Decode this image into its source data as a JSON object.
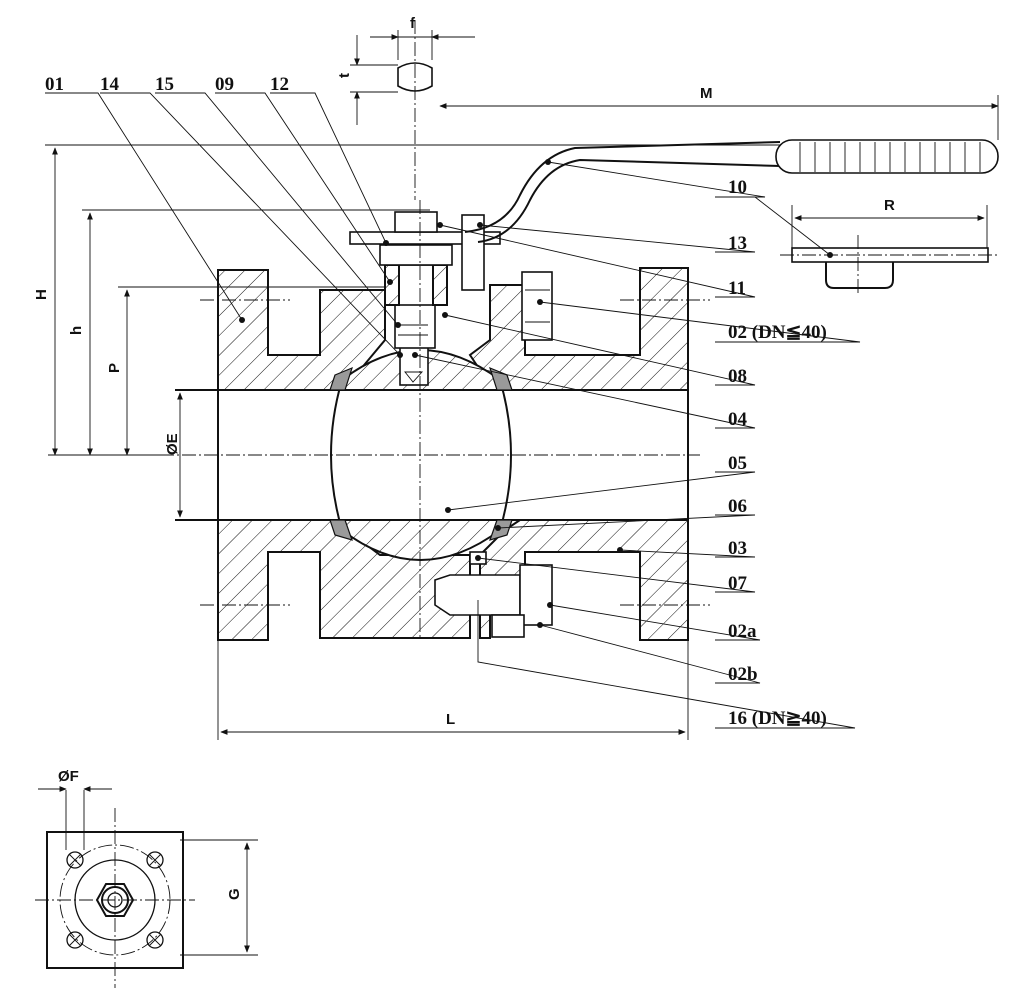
{
  "parts": {
    "p01": "01",
    "p14": "14",
    "p15": "15",
    "p09": "09",
    "p12": "12",
    "p10": "10",
    "p13": "13",
    "p11": "11",
    "p02": "02  (DN≦40)",
    "p08": "08",
    "p04": "04",
    "p05": "05",
    "p06": "06",
    "p03": "03",
    "p07": "07",
    "p02a": "02a",
    "p02b": "02b",
    "p16": "16 (DN≧40)"
  },
  "dimensions": {
    "f": "f",
    "t": "t",
    "M": "M",
    "R": "R",
    "H": "H",
    "h": "h",
    "P": "P",
    "E": "ØE",
    "L": "L",
    "F": "ØF",
    "G": "G"
  }
}
